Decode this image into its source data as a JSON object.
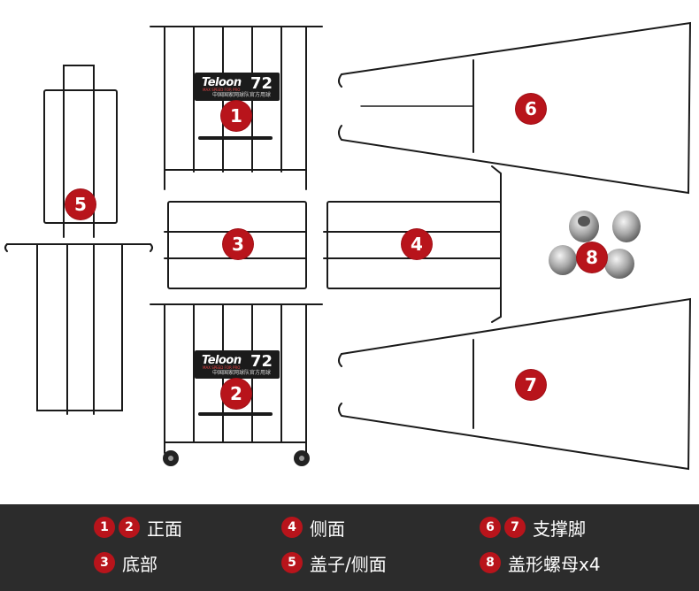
{
  "parts": {
    "front_top": {
      "badge": "1"
    },
    "front_bottom": {
      "badge": "2"
    },
    "bottom": {
      "badge": "3"
    },
    "side": {
      "badge": "4"
    },
    "lid_side": {
      "badge": "5"
    },
    "leg_top": {
      "badge": "6"
    },
    "leg_bottom": {
      "badge": "7"
    },
    "nuts": {
      "badge": "8"
    }
  },
  "brand": {
    "name": "Teloon",
    "model": "72",
    "subtitle": "中国国家网球队官方用球",
    "tag": "MAX SPEED FOR PRO"
  },
  "legend": {
    "items": [
      {
        "badges": [
          "1",
          "2"
        ],
        "text": "正面"
      },
      {
        "badges": [
          "4"
        ],
        "text": "侧面"
      },
      {
        "badges": [
          "6",
          "7"
        ],
        "text": "支撑脚"
      },
      {
        "badges": [
          "3"
        ],
        "text": "底部"
      },
      {
        "badges": [
          "5"
        ],
        "text": "盖子/侧面"
      },
      {
        "badges": [
          "8"
        ],
        "text": "盖形螺母x4"
      }
    ]
  },
  "colors": {
    "accent": "#b8141b",
    "legend_bg": "#2c2c2c",
    "wire": "#1a1a1a"
  }
}
